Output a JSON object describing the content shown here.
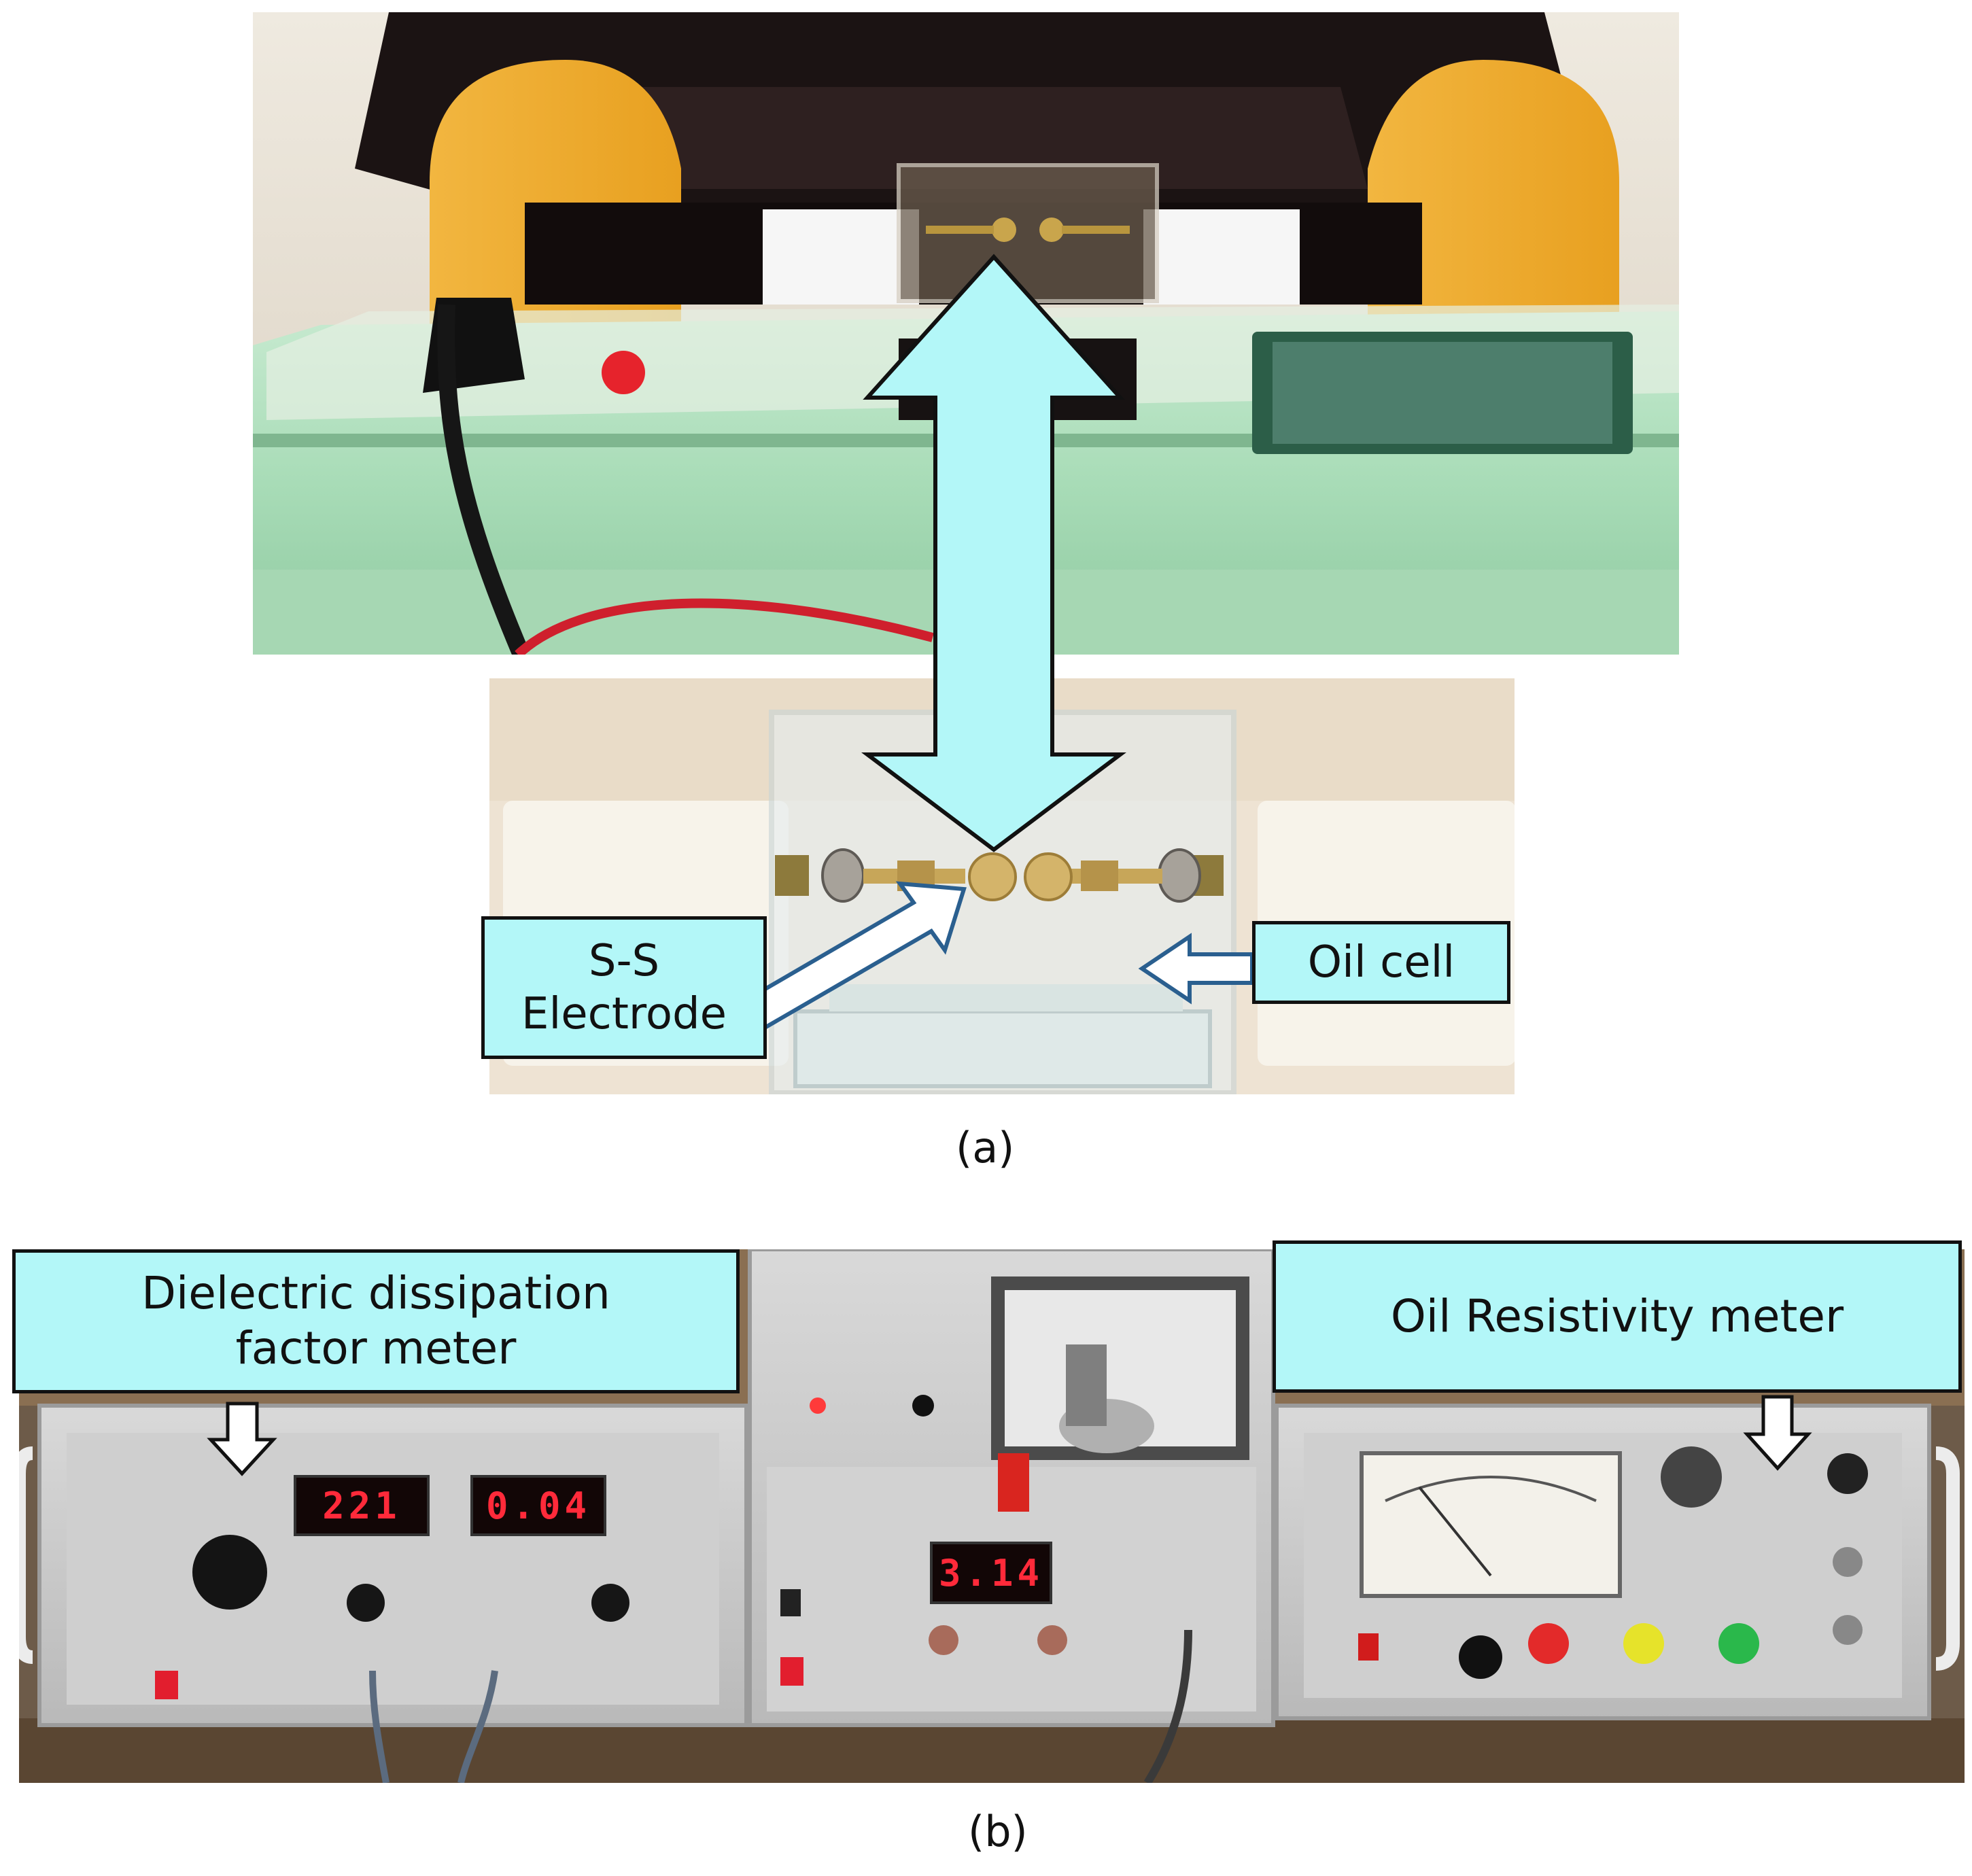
{
  "panel_a": {
    "label": "(a)",
    "callouts": {
      "electrode_line1": "S-S",
      "electrode_line2": "Electrode",
      "oil_cell": "Oil cell"
    }
  },
  "panel_b": {
    "label": "(b)",
    "callouts": {
      "dissipation_line1": "Dielectric dissipation",
      "dissipation_line2": "factor meter",
      "resistivity": "Oil Resistivity meter"
    },
    "displays": {
      "left_1": "221",
      "left_2": "0.04",
      "center": "3.14"
    }
  },
  "colors": {
    "callout_fill": "#b3f7f8",
    "arrow_fill": "#b3f7f8",
    "tester_green": "#a8dcb7",
    "led_red": "#ff2a3a"
  }
}
